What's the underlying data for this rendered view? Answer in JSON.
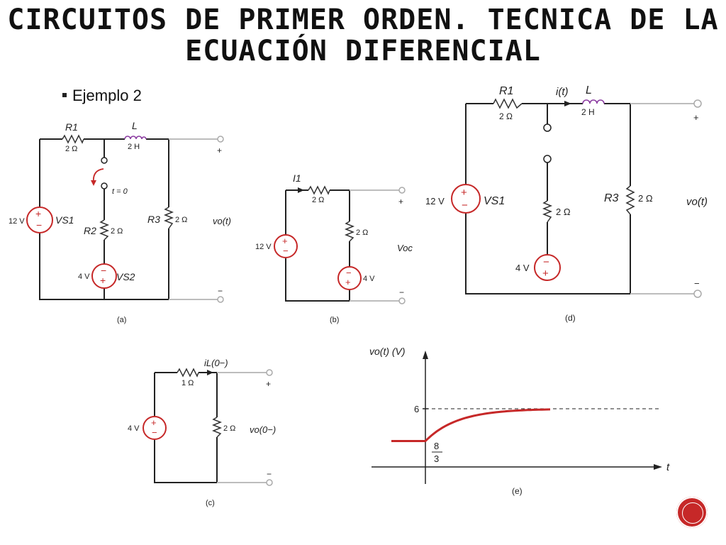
{
  "slide": {
    "title_line1": "CIRCUITOS DE PRIMER ORDEN. TECNICA DE LA",
    "title_line2": "ECUACIÓN DIFERENCIAL",
    "bullet": "Ejemplo 2"
  },
  "fig_a": {
    "caption": "(a)",
    "r1": "R1",
    "r1_val": "2 Ω",
    "l": "L",
    "l_val": "2 H",
    "switch": "t = 0",
    "vs1_val": "12 V",
    "vs1": "VS1",
    "r2": "R2",
    "r2_val": "2 Ω",
    "vs2_val": "4 V",
    "vs2": "VS2",
    "r3": "R3",
    "r3_val": "2 Ω",
    "vo": "vo(t)",
    "plus": "+",
    "minus": "−"
  },
  "fig_b": {
    "caption": "(b)",
    "i1": "I1",
    "r_val": "2 Ω",
    "vs_val": "12 V",
    "r2_val": "2 Ω",
    "v4": "4 V",
    "voc": "Voc",
    "plus": "+",
    "minus": "−"
  },
  "fig_c": {
    "caption": "(c)",
    "il": "iL(0−)",
    "r_val": "1 Ω",
    "vs_val": "4 V",
    "r2_val": "2 Ω",
    "vo": "vo(0−)",
    "plus": "+",
    "minus": "−"
  },
  "fig_d": {
    "caption": "(d)",
    "r1": "R1",
    "r1_val": "2 Ω",
    "i": "i(t)",
    "l": "L",
    "l_val": "2 H",
    "vs1_val": "12 V",
    "vs1": "VS1",
    "r_mid": "2 Ω",
    "v4": "4 V",
    "r3": "R3",
    "r3_val": "2 Ω",
    "vo": "vo(t)",
    "plus": "+",
    "minus": "−"
  },
  "fig_e": {
    "caption": "(e)",
    "ylabel": "vo(t) (V)",
    "xlabel": "t",
    "tick_6": "6",
    "frac_num": "8",
    "frac_den": "3"
  },
  "chart_data": {
    "type": "line",
    "xlabel": "t",
    "ylabel": "vo(t) (V)",
    "annotations": [
      "6",
      "8/3"
    ],
    "series": [
      {
        "values_before_t0": 2.6667,
        "value_at_t0": 2.6667,
        "final_value": 6
      }
    ]
  }
}
